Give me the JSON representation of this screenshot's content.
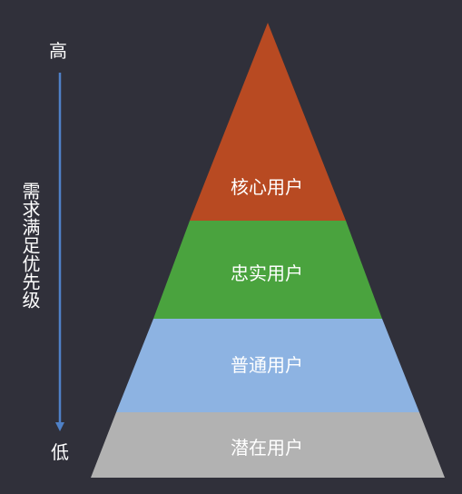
{
  "axis": {
    "high_label": "高",
    "low_label": "低",
    "title": "需求满足优先级",
    "arrow_color": "#4f81c7"
  },
  "pyramid": {
    "tiers": [
      {
        "label": "核心用户",
        "color": "#b84a22"
      },
      {
        "label": "忠实用户",
        "color": "#4aa33e"
      },
      {
        "label": "普通用户",
        "color": "#8db3e2"
      },
      {
        "label": "潜在用户",
        "color": "#b2b2b2"
      }
    ]
  },
  "background_color": "#30303a"
}
